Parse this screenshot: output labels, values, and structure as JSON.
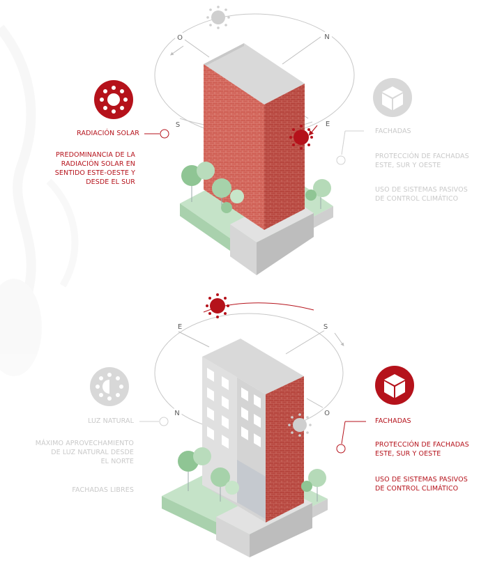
{
  "colors": {
    "accent_red": "#b5121b",
    "inactive_grey": "#cfcfcf",
    "brick": "#c8574e",
    "tree_green": "#9fcfa3",
    "ground_green": "#b9dbbd",
    "roof_grey": "#d6d6d6"
  },
  "top": {
    "compass": {
      "west": "O",
      "north": "N",
      "south": "S",
      "east": "E"
    },
    "left": {
      "icon": "sun-radiation-icon",
      "title": "RADIACIÓN SOLAR",
      "description": [
        "PREDOMINANCIA DE LA",
        "RADIACIÓN SOLAR EN",
        "SENTIDO ESTE-OESTE Y",
        "DESDE EL SUR"
      ]
    },
    "right": {
      "icon": "cube-facade-icon",
      "title": "FACHADAS",
      "description_1": [
        "PROTECCIÓN DE FACHADAS",
        "ESTE, SUR Y OESTE"
      ],
      "description_2": [
        "USO DE SISTEMAS PASIVOS",
        "DE CONTROL CLIMÁTICO"
      ]
    }
  },
  "bottom": {
    "compass": {
      "east": "E",
      "south": "S",
      "north": "N",
      "west": "O"
    },
    "left": {
      "icon": "natural-light-icon",
      "title": "LUZ NATURAL",
      "description_1": [
        "MÁXIMO APROVECHAMIENTO",
        "DE LUZ NATURAL DESDE",
        "EL NORTE"
      ],
      "description_2": [
        "FACHADAS LIBRES"
      ]
    },
    "right": {
      "icon": "cube-facade-icon",
      "title": "FACHADAS",
      "description_1": [
        "PROTECCIÓN DE FACHADAS",
        "ESTE, SUR Y OESTE"
      ],
      "description_2": [
        "USO DE SISTEMAS PASIVOS",
        "DE CONTROL CLIMÁTICO"
      ]
    }
  }
}
